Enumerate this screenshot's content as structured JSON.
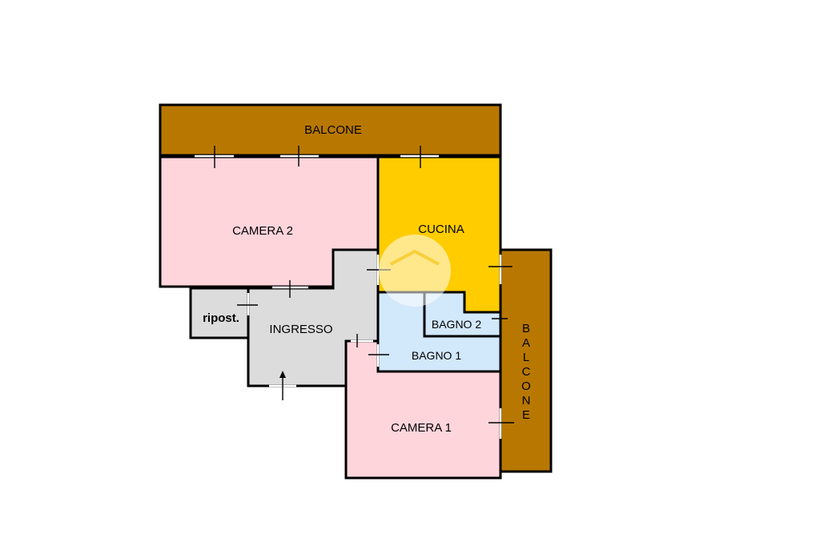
{
  "rooms": {
    "balcone_top": {
      "label": "BALCONE"
    },
    "camera2": {
      "label": "CAMERA 2"
    },
    "cucina": {
      "label": "CUCINA"
    },
    "ripost": {
      "label": "ripost."
    },
    "ingresso": {
      "label": "INGRESSO"
    },
    "bagno2": {
      "label": "BAGNO 2"
    },
    "bagno1": {
      "label": "BAGNO 1"
    },
    "camera1": {
      "label": "CAMERA 1"
    },
    "balcone_right": {
      "letters": [
        "B",
        "A",
        "L",
        "C",
        "O",
        "N",
        "E"
      ]
    }
  },
  "colors": {
    "balcone": "#b87800",
    "camera": "#ffd5dc",
    "cucina": "#ffcc00",
    "service": "#dcdcdc",
    "bagno": "#d2e8fb"
  }
}
